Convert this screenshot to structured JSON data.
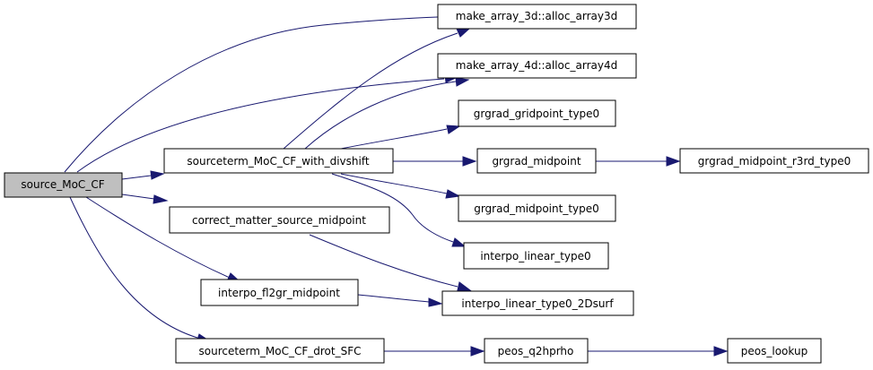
{
  "colors": {
    "edge": "#191970",
    "root_fill": "#bfbfbf",
    "node_fill": "#ffffff",
    "border": "#000000"
  },
  "nodes": {
    "source_moc_cf": "source_MoC_CF",
    "make_array_3d": "make_array_3d::alloc_array3d",
    "make_array_4d": "make_array_4d::alloc_array4d",
    "sourceterm_with_divshift": "sourceterm_MoC_CF_with_divshift",
    "grgrad_gridpoint_type0": "grgrad_gridpoint_type0",
    "grgrad_midpoint": "grgrad_midpoint",
    "grgrad_midpoint_r3rd_type0": "grgrad_midpoint_r3rd_type0",
    "grgrad_midpoint_type0": "grgrad_midpoint_type0",
    "correct_matter_source_midpoint": "correct_matter_source_midpoint",
    "interpo_linear_type0": "interpo_linear_type0",
    "interpo_fl2gr_midpoint": "interpo_fl2gr_midpoint",
    "interpo_linear_type0_2dsurf": "interpo_linear_type0_2Dsurf",
    "sourceterm_drot_sfc": "sourceterm_MoC_CF_drot_SFC",
    "peos_q2hprho": "peos_q2hprho",
    "peos_lookup": "peos_lookup"
  }
}
